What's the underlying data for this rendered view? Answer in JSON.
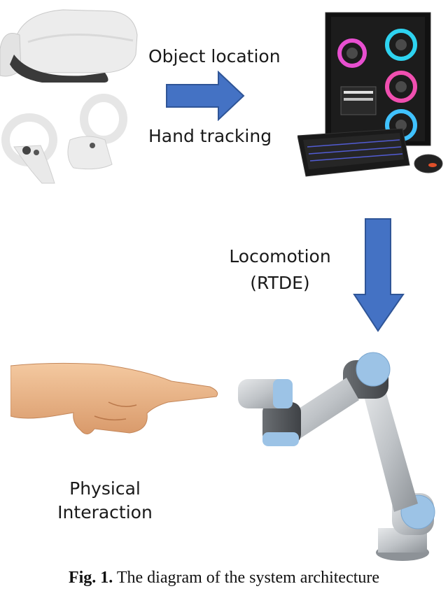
{
  "labels": {
    "object_location": "Object location",
    "hand_tracking": "Hand tracking",
    "locomotion": "Locomotion",
    "rtde": "(RTDE)",
    "physical": "Physical",
    "interaction": "Interaction"
  },
  "caption": {
    "prefix": "Fig. 1.",
    "text": "The diagram of the system architecture"
  },
  "colors": {
    "arrow_fill": "#4472c4",
    "arrow_stroke": "#2f5597",
    "robot_cap": "#9cc3e6",
    "robot_metal": "#c9cdd1"
  }
}
